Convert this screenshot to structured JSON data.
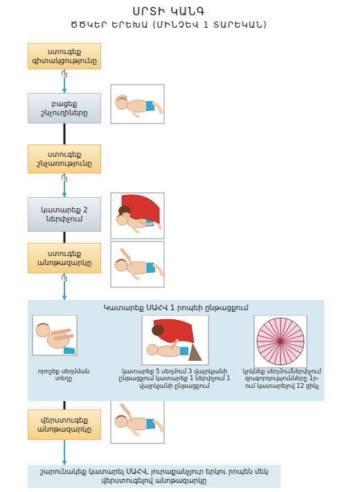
{
  "diagram": {
    "title": "ՍՐՏԻ ԿԱՆԳ",
    "nodes": [
      {
        "text": [
          "ստուգեք գիտակցությունը"
        ]
      },
      {
        "text": [
          "բացեք շնչուղիները"
        ]
      },
      {
        "text": [
          "ստուգեք շնչառությունը"
        ]
      },
      {
        "text": [
          "կատարեք 2 ներփչում"
        ]
      },
      {
        "text": [
          "ստուգեք անոթազարկը"
        ]
      },
      {
        "text": [
          "Կատարեք ՍԱՀՎ 1 րոպեի ընթացքում",
          "որոշեք սեղմման տեղը",
          "կատարեք 5 սեղմում 3 վայրկյանի ընթացքում կատարեք 1 ներփչում 1 վայրկյանի ընթացքում",
          "կրկնեք սեղմումներփչում զուգորդությունները 1ր-ում կատարելով 12 ցիկլ"
        ]
      },
      {
        "text": [
          "վերստուգեք անոթազարկը"
        ]
      },
      {
        "text": [
          "շարունակեք կատարել ՍԱՀՎ, յուրաքանչյուր երկու րոպեն մեկ վերստուգելով անոթազարկը"
        ]
      }
    ],
    "edges": [
      {
        "from": 0,
        "to": 1,
        "label": "Ոչ",
        "arrow": "to"
      },
      {
        "from": 1,
        "to": 2,
        "arrow": "none"
      },
      {
        "from": 2,
        "to": 3,
        "label": "Ոչ",
        "arrow": "to"
      },
      {
        "from": 3,
        "to": 4,
        "arrow": "none"
      },
      {
        "from": 4,
        "to": 5,
        "label": "Ոչ",
        "arrow": "to"
      },
      {
        "from": 5,
        "to": 6,
        "arrow": "none"
      },
      {
        "from": 6,
        "to": 7,
        "arrow": "to"
      }
    ],
    "labels": [
      "ԾԾԿԵՐ ԵՐԵԽԱ (ՄԻՆՉԵՎ 1 ՏԱՐԵԿԱՆ)"
    ]
  }
}
